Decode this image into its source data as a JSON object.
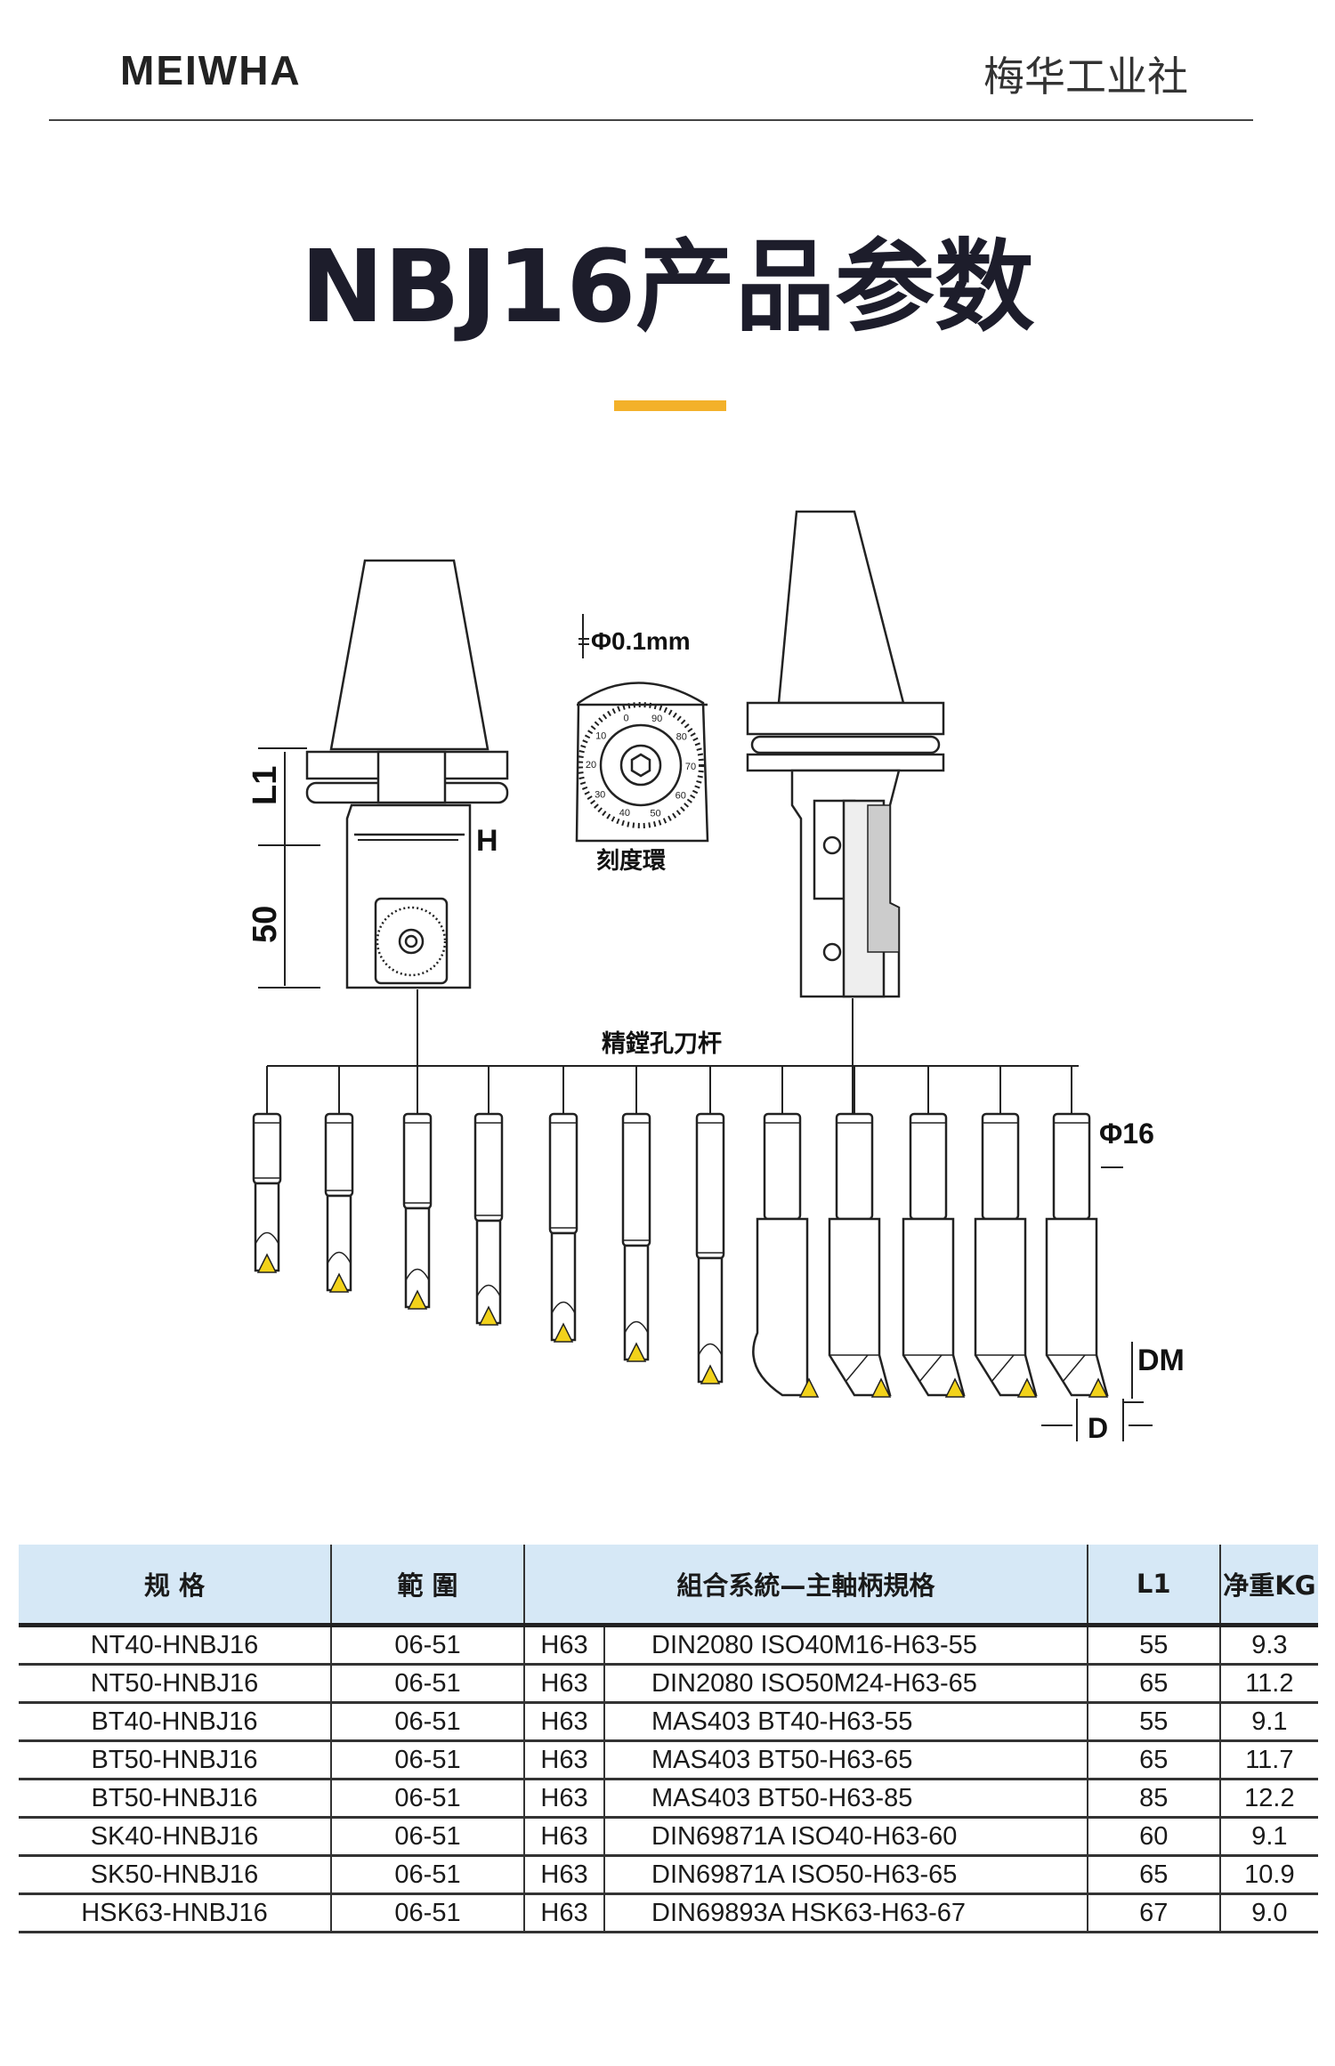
{
  "header": {
    "brand": "MEIWHA",
    "brand_cn": "梅华工业社"
  },
  "title": "NBJ16产品参数",
  "diagram": {
    "labels": {
      "L1": "L1",
      "fifty": "50",
      "H": "H",
      "phi01": "Φ0.1mm",
      "dial_ring": "刻度環",
      "boring_bars": "精鏜孔刀杆",
      "phi16": "Φ16",
      "DM": "DM",
      "D": "D"
    },
    "dial_numbers": [
      "0",
      "90",
      "80",
      "70",
      "60",
      "50",
      "40",
      "30",
      "20",
      "10"
    ],
    "bar_count": 12,
    "insert_color": "#f2d21a"
  },
  "table": {
    "headers": [
      "规 格",
      "範  圍",
      "組合系統—主軸柄規格",
      "L1",
      "净重KG"
    ],
    "rows": [
      {
        "spec": "NT40-HNBJ16",
        "range": "06-51",
        "sys": "H63",
        "shank": "DIN2080 ISO40M16-H63-55",
        "l1": "55",
        "weight": "9.3"
      },
      {
        "spec": "NT50-HNBJ16",
        "range": "06-51",
        "sys": "H63",
        "shank": "DIN2080 ISO50M24-H63-65",
        "l1": "65",
        "weight": "11.2"
      },
      {
        "spec": "BT40-HNBJ16",
        "range": "06-51",
        "sys": "H63",
        "shank": "MAS403 BT40-H63-55",
        "l1": "55",
        "weight": "9.1"
      },
      {
        "spec": "BT50-HNBJ16",
        "range": "06-51",
        "sys": "H63",
        "shank": "MAS403 BT50-H63-65",
        "l1": "65",
        "weight": "11.7"
      },
      {
        "spec": "BT50-HNBJ16",
        "range": "06-51",
        "sys": "H63",
        "shank": "MAS403 BT50-H63-85",
        "l1": "85",
        "weight": "12.2"
      },
      {
        "spec": "SK40-HNBJ16",
        "range": "06-51",
        "sys": "H63",
        "shank": "DIN69871A ISO40-H63-60",
        "l1": "60",
        "weight": "9.1"
      },
      {
        "spec": "SK50-HNBJ16",
        "range": "06-51",
        "sys": "H63",
        "shank": "DIN69871A ISO50-H63-65",
        "l1": "65",
        "weight": "10.9"
      },
      {
        "spec": "HSK63-HNBJ16",
        "range": "06-51",
        "sys": "H63",
        "shank": "DIN69893A HSK63-H63-67",
        "l1": "67",
        "weight": "9.0"
      }
    ]
  }
}
